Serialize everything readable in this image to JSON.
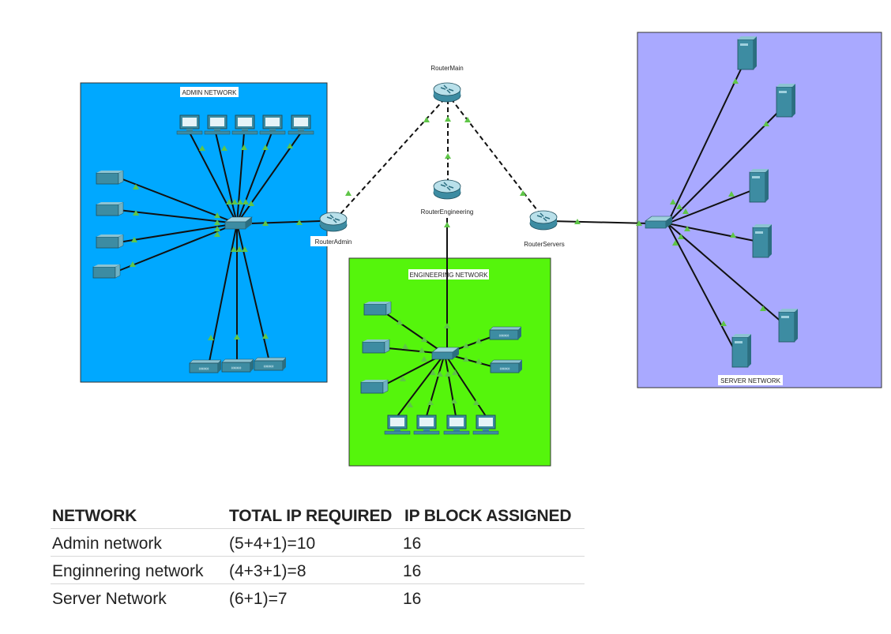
{
  "networks": {
    "admin": {
      "label": "ADMIN NETWORK",
      "fill": "#00a8ff"
    },
    "engineering": {
      "label": "ENGINEERING NETWORK",
      "fill": "#55f50c"
    },
    "server": {
      "label": "SERVER NETWORK",
      "fill": "#a9a9ff"
    }
  },
  "routers": {
    "main": "RouterMain",
    "engineering": "RouterEngineering",
    "admin": "RouterAdmin",
    "servers": "RouterServers"
  },
  "table": {
    "headers": [
      "NETWORK",
      "TOTAL IP REQUIRED",
      "IP BLOCK ASSIGNED"
    ],
    "rows": [
      {
        "network": "Admin network",
        "total": "(5+4+1)=10",
        "block": "16"
      },
      {
        "network": "Enginnering network",
        "total": "(4+3+1)=8",
        "block": "16"
      },
      {
        "network": "Server Network",
        "total": "(6+1)=7",
        "block": "16"
      }
    ]
  }
}
